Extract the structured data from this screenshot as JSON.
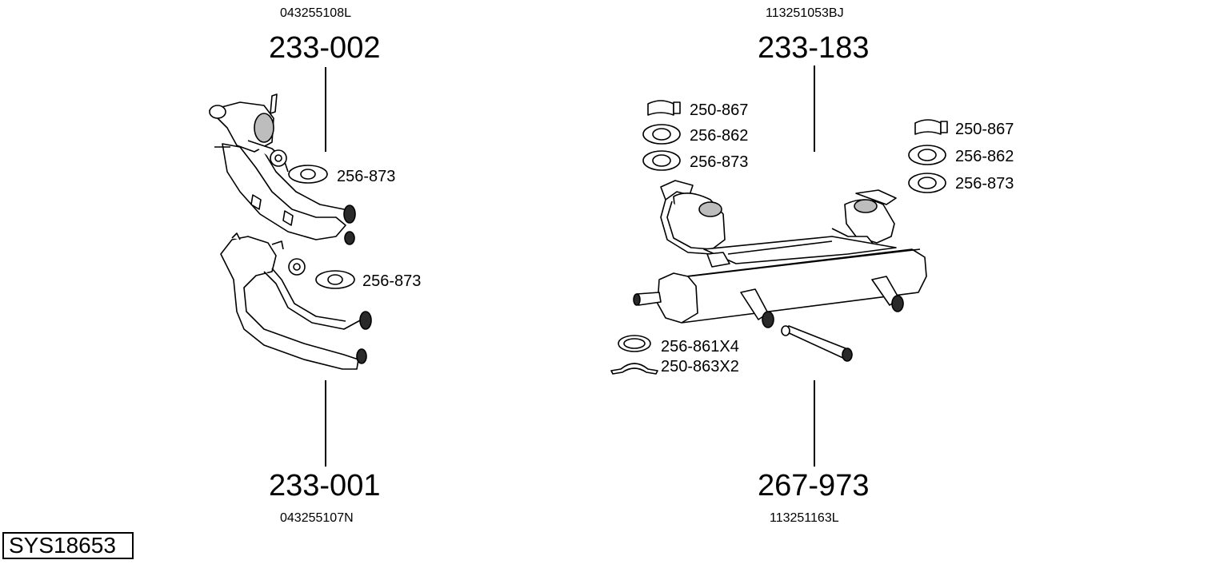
{
  "groups": [
    {
      "ref": "043255108L",
      "number": "233-002"
    },
    {
      "ref": "043255107N",
      "number": "233-001"
    },
    {
      "ref": "113251053BJ",
      "number": "233-183"
    },
    {
      "ref": "113251163L",
      "number": "267-973"
    }
  ],
  "parts": {
    "p1": "256-873",
    "p2": "256-873",
    "p3": "250-867",
    "p4": "256-862",
    "p5": "256-873",
    "p6": "250-867",
    "p7": "256-862",
    "p8": "256-873",
    "p9": "256-861X4",
    "p10": "250-863X2"
  },
  "system_id": "SYS18653"
}
